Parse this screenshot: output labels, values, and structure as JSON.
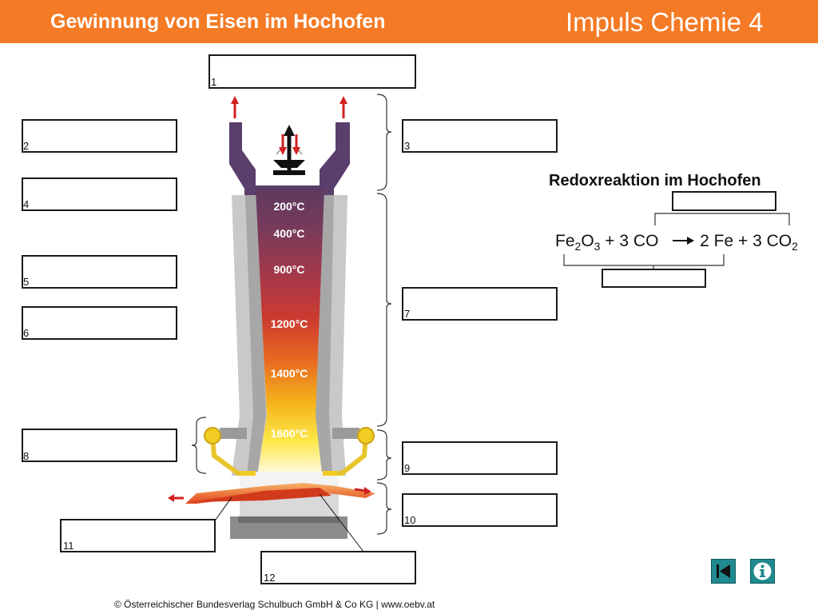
{
  "header": {
    "title": "Gewinnung von Eisen im Hochofen",
    "brand": "Impuls Chemie 4",
    "background_color": "#f47a25"
  },
  "furnace": {
    "temperatures": [
      "200°C",
      "400°C",
      "900°C",
      "1200°C",
      "1400°C",
      "1600°C"
    ]
  },
  "label_boxes": [
    {
      "number": "1"
    },
    {
      "number": "2"
    },
    {
      "number": "3"
    },
    {
      "number": "4"
    },
    {
      "number": "5"
    },
    {
      "number": "6"
    },
    {
      "number": "7"
    },
    {
      "number": "8"
    },
    {
      "number": "9"
    },
    {
      "number": "10"
    },
    {
      "number": "11"
    },
    {
      "number": "12"
    }
  ],
  "redox": {
    "title": "Redoxreaktion im Hochofen",
    "reactant_1": "Fe",
    "reactant_1_sub1": "2",
    "reactant_1_mid": "O",
    "reactant_1_sub2": "3",
    "plus_1": "+ 3 CO",
    "product_1": "2 Fe",
    "plus_2": "+ 3 CO",
    "product_2_sub": "2"
  },
  "navigation": {
    "back_icon": "skip-back-icon",
    "info_icon": "info-icon",
    "button_color": "#1f8a8f"
  },
  "footer": {
    "copyright": "© Österreichischer Bundesverlag Schulbuch GmbH & Co KG | www.oebv.at"
  }
}
